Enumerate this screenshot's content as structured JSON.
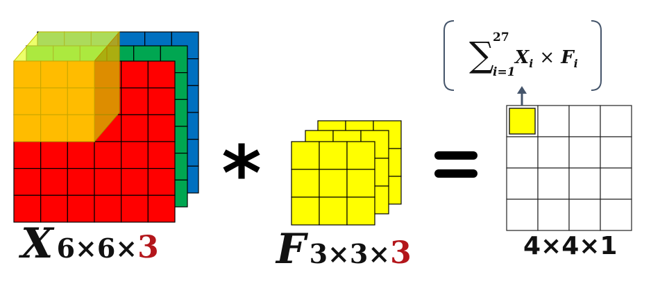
{
  "input": {
    "symbol": "X",
    "dims_prefix": "6×6×",
    "depth": "3",
    "grid_size": 6,
    "channel_colors": [
      "#ff0000",
      "#00a651",
      "#0070c0"
    ],
    "highlight_color": "#ffd000"
  },
  "operator_symbol": "*",
  "equals_symbol": "=",
  "filter": {
    "symbol": "F",
    "dims_prefix": "3×3×",
    "depth": "3",
    "grid_size": 3,
    "color": "#ffff00"
  },
  "output": {
    "dims": "4×4×1",
    "grid_size": 4,
    "highlight_color": "#ffff00"
  },
  "formula": {
    "sigma": "∑",
    "upper": "27",
    "lower": "i=1",
    "term_x": "X",
    "term_f": "F",
    "index": "i",
    "times": "×"
  },
  "accent_color": "#b3161b",
  "arrow_color": "#44546a"
}
